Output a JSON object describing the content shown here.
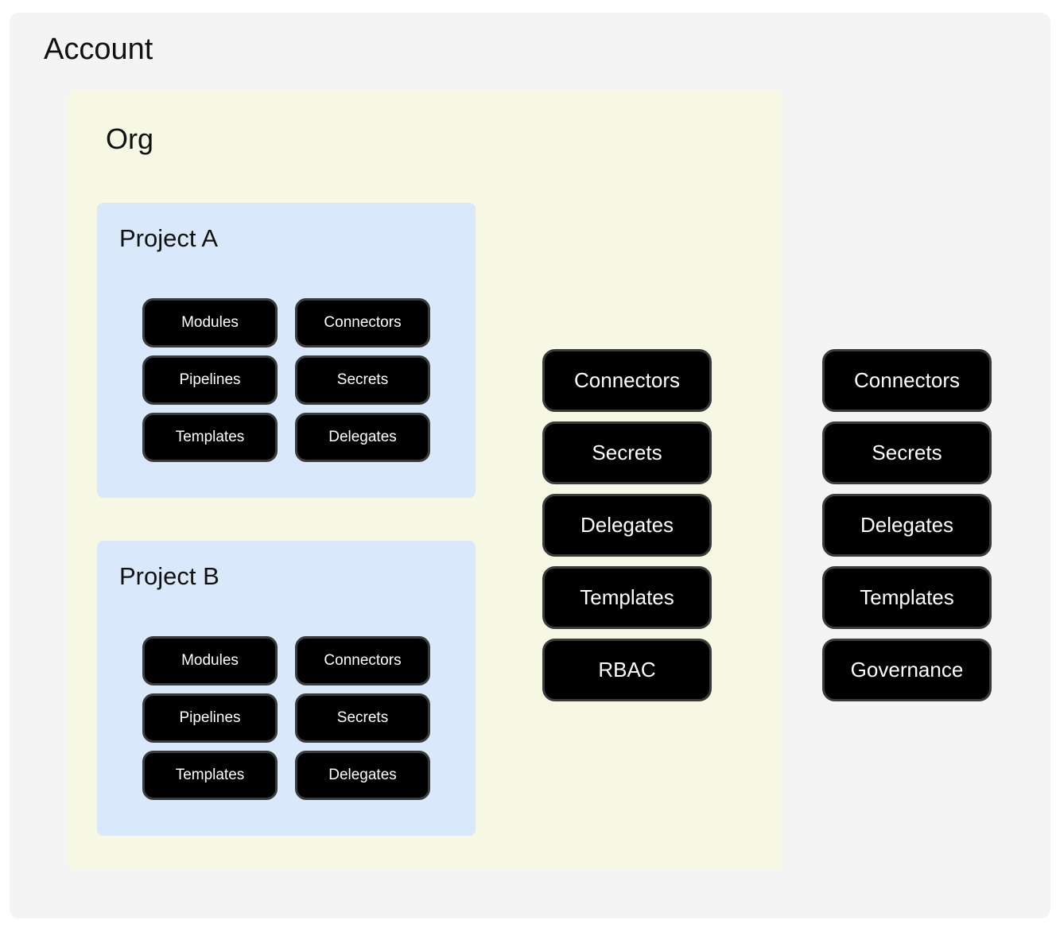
{
  "account": {
    "title": "Account",
    "org": {
      "title": "Org",
      "projects": [
        {
          "title": "Project A",
          "buttons": [
            "Modules",
            "Connectors",
            "Pipelines",
            "Secrets",
            "Templates",
            "Delegates"
          ]
        },
        {
          "title": "Project B",
          "buttons": [
            "Modules",
            "Connectors",
            "Pipelines",
            "Secrets",
            "Templates",
            "Delegates"
          ]
        }
      ],
      "resources": [
        "Connectors",
        "Secrets",
        "Delegates",
        "Templates",
        "RBAC"
      ]
    },
    "resources": [
      "Connectors",
      "Secrets",
      "Delegates",
      "Templates",
      "Governance"
    ]
  },
  "colors": {
    "page_background": "#ffffff",
    "account_background": "#f4f4f4",
    "org_background": "#f6f8e3",
    "project_background": "#d9e8fb",
    "pill_background": "#000000",
    "pill_border": "#3a3a3a",
    "pill_text": "#ffffff",
    "title_text": "#111111"
  }
}
